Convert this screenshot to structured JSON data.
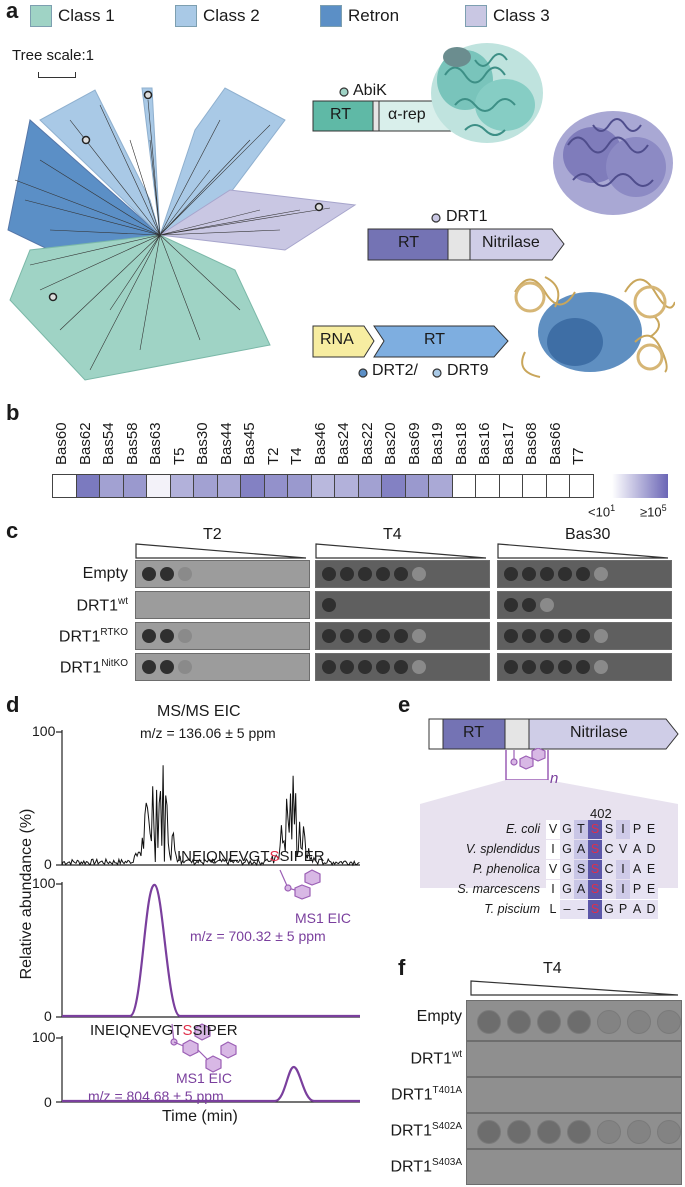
{
  "panel_labels": {
    "a": "a",
    "b": "b",
    "c": "c",
    "d": "d",
    "e": "e",
    "f": "f"
  },
  "legend": [
    {
      "label": "Class 1",
      "color": "#9fd3c5"
    },
    {
      "label": "Class 2",
      "color": "#a9c9e6"
    },
    {
      "label": "Retron",
      "color": "#5b8fc6"
    },
    {
      "label": "Class 3",
      "color": "#c9c7e3"
    }
  ],
  "tree_scale": "Tree scale:1",
  "domains": {
    "abik": {
      "name": "AbiK",
      "rt": "RT",
      "second": "α-rep"
    },
    "drt1": {
      "name": "DRT1",
      "rt": "RT",
      "second": "Nitrilase"
    },
    "drt2": {
      "rna": "RNA",
      "rt": "RT",
      "name1": "DRT2/",
      "name2": "DRT9"
    }
  },
  "heatmap": {
    "labels": [
      "Bas60",
      "Bas62",
      "Bas54",
      "Bas58",
      "Bas63",
      "T5",
      "Bas30",
      "Bas44",
      "Bas45",
      "T2",
      "T4",
      "Bas46",
      "Bas24",
      "Bas22",
      "Bas20",
      "Bas69",
      "Bas19",
      "Bas18",
      "Bas16",
      "Bas17",
      "Bas68",
      "Bas66",
      "T7"
    ],
    "values": [
      0.0,
      0.85,
      0.6,
      0.65,
      0.08,
      0.5,
      0.6,
      0.55,
      0.8,
      0.7,
      0.65,
      0.45,
      0.5,
      0.6,
      0.8,
      0.65,
      0.55,
      0,
      0,
      0,
      0,
      0,
      0
    ],
    "scale_low_label": "<10",
    "scale_low_exp": "1",
    "scale_high_label": "≥10",
    "scale_high_exp": "5"
  },
  "plate_c": {
    "phages": [
      "T2",
      "T4",
      "Bas30"
    ],
    "rows": [
      {
        "label": "Empty",
        "sup": ""
      },
      {
        "label": "DRT1",
        "sup": "wt"
      },
      {
        "label": "DRT1",
        "sup": "RTKO"
      },
      {
        "label": "DRT1",
        "sup": "NitKO"
      }
    ]
  },
  "panel_d": {
    "ylabel": "Relative abundance (%)",
    "xlabel": "Time (min)",
    "y_ticks": [
      "0",
      "100"
    ],
    "msms_title": "MS/MS EIC",
    "msms_mz": "m/z = 136.06 ± 5 ppm",
    "pep1_pre": "INEIQNEVGT",
    "pep1_s": "S",
    "pep1_post": "SIPER",
    "ms1_1_title": "MS1 EIC",
    "ms1_1_mz": "m/z = 700.32 ± 5 ppm",
    "pep2_pre": "INEIQNEVGT",
    "pep2_s": "S",
    "pep2_post": "SIPER",
    "ms1_2_title": "MS1 EIC",
    "ms1_2_mz": "m/z = 804.68 ± 5 ppm"
  },
  "panel_e": {
    "rt": "RT",
    "nitrilase": "Nitrilase",
    "n": "n",
    "position": "402",
    "species": [
      "E. coli",
      "V. splendidus",
      "P. phenolica",
      "S. marcescens",
      "T. piscium"
    ],
    "seqs": [
      [
        "V",
        "G",
        "T",
        "S",
        "S",
        "I",
        "P",
        "E"
      ],
      [
        "I",
        "G",
        "A",
        "S",
        "C",
        "V",
        "A",
        "D"
      ],
      [
        "V",
        "G",
        "S",
        "S",
        "C",
        "I",
        "A",
        "E"
      ],
      [
        "I",
        "G",
        "A",
        "S",
        "S",
        "I",
        "P",
        "E"
      ],
      [
        "L",
        "–",
        "–",
        "S",
        "G",
        "P",
        "A",
        "D"
      ]
    ]
  },
  "panel_f": {
    "phage": "T4",
    "rows": [
      {
        "label": "Empty",
        "sup": ""
      },
      {
        "label": "DRT1",
        "sup": "wt"
      },
      {
        "label": "DRT1",
        "sup": "T401A"
      },
      {
        "label": "DRT1",
        "sup": "S402A"
      },
      {
        "label": "DRT1",
        "sup": "S403A"
      }
    ]
  },
  "colors": {
    "purple": "#7a3f9d",
    "red": "#e0304a",
    "rt_blue": "#7473b4",
    "teal": "#5fb9a6"
  }
}
